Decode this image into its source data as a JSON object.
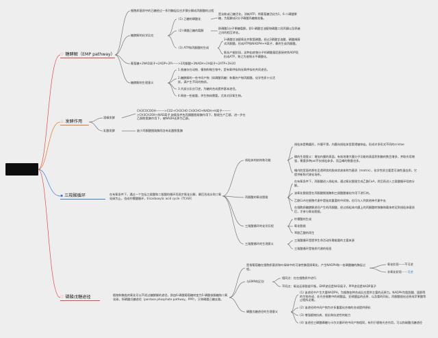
{
  "root": {
    "label": ""
  },
  "colors": {
    "glycolysis": "#e04848",
    "fermentation": "#e8732c",
    "tca": "#3c7bd6",
    "ppp": "#e04848"
  },
  "glycolysis": {
    "icon": "heart-icon",
    "title": "糖酵解（EMP pathway）",
    "def": "细胞质基质中的已糖经过一系列酶促反应步骤分解成丙酮酸的过程",
    "stages_label": "糖酵解的化学反应",
    "stages": [
      {
        "label": "(1) 己糖的磷酸化",
        "text": "是淀粉或己糖活化，消耗ATP，将葡萄糖活化为1，6-二磷酸果糖，为裂解成2分子磷酸丙糖做准备。"
      },
      {
        "label": "(2) 磷酸己糖的裂解",
        "text": "即磷酸1分子果糖裂解，即1-磷酸甘油醛和磷酸二羟丙酮以及两者之间的相互转化。"
      },
      {
        "label": "(3) ATP和丙酮酸的生成",
        "text": "3-磷酸甘油醛氧化并脱氢磷酸，经过2磷酸甘油酸、磷酸烯醇式丙酮酸，形成ATP和NADPH+H离子，最终生成丙酮酸。",
        "text2": "氧化产能阶段，这种由底物分子的磷酸基团直接转到ADP而形成ATP，称之为底物水平磷酸化。"
      }
    ],
    "equation": "葡萄糖+2NAD离子+2ADP+2Pi——>2丙酮酸+2NADH+2H离子+2ATP+2H2O",
    "meaning_label": "糖酵解的生理意义",
    "meanings": [
      "1.普遍存在动物、植物和微生物中，是有氧呼吸和无氧呼吸的共同途径。",
      "2.糖酵解的一些中间产物（如磷酸丙糖）和最终产物丙酮酸，化学性质十分活跃，满产生不同的物质。",
      "3.大部分反应可逆，为糖的合成提供基本途径。",
      "4.释放一些能量，供生物体需要，尤其对厌氧生物。"
    ]
  },
  "fermentation": {
    "icon": "fire-icon",
    "title": "发酵作用",
    "items": [
      {
        "label": "酒精发酵",
        "text": "CH3COCOOH———>CO2+CH3CHO CH3CHO+NADH+H离子———>CH3CH2OH+NAD离子 缺氧条件先丙酮酸脱羧酶作用下，脱羧生产乙醛，进一步在乙醇脱氢酶作用下，被NADH还原为乙醇。"
      },
      {
        "label": "乳酸发酵",
        "text": "缺少丙酮酸脱羧酶而含有乳酸脱氢酶"
      }
    ]
  },
  "tca": {
    "icon": "square-icon",
    "title": "三羧酸循环",
    "def": "在有氧条件下，通过一个包括三羧酸和二羧酸的循环而逐步氧化分解，最后形成水和二氧化碳为止，也成柠檬酸循环，tricarboxylic acid cycle（TCA环）",
    "nodes": [
      {
        "label": "线粒体的结构和功能",
        "points": [
          "线粒体是椭圆形，外膜平滑，内膜向线粒体里套褶皱伸出，形成许多形式不同的cristae",
          "磷的生理意义：增加内膜的表面，有效地增大膜分子功能的表面积和酶的数目增多，并取作用增强，需要多种pol不仅线粒体多，而且嵴的数量也多。",
          "嵴内腔里面的那些呈透明状的胶体状液体称为基质（matrix），化学性质主要是可溶性蛋白质，它提供新陈代谢化场所。"
        ]
      },
      {
        "label": "丙酮酸的氧化脱羧",
        "points": [
          "在有氧条件下，丙酮酸进入线粒体，通过氧化脱羧生成乙酰CoA，然后再进入三羧酸循环彻底分解。",
          "该氧化脱羧是在丙酮酸脱羧酶和三羧酸酸催化作用下进行的。",
          "乙酰CoA在细胞代谢中是极其重要的中间物，也可与入到其他神代谢中去",
          "在细胞质糖酵解途径产生的丙酮酸，经过线粒体内膜上的丙酮酸转移酶和载体转运到线粒体基质后，才参与氧化脱羧。"
        ]
      },
      {
        "label": "三羧酸循环的化学历程",
        "points": [
          "柠檬酸的生成",
          "氧化脱羧",
          "草酰乙酸的再生"
        ]
      },
      {
        "label": "三羧酸循环的生理意义",
        "points": [
          "三羧酸循环是提供生命活动所需能量的主要来源",
          "三羧酸循环是物质代谢的枢纽"
        ]
      }
    ]
  },
  "ppp": {
    "icon": "heart-icon",
    "title": "磷酸戊糖途径",
    "def": "植物和酶类的氧化可以不经过糖酵解的途径，即由6-磷酸葡萄糖转变为5-磷酸核酮糖和二氧化碳，所磷酸戊糖途径（pentose phosphate pathway，PPP），又称磷酸己糖支路。",
    "top_note": "是指葡萄糖在细胞质基质和叶绿体中的可溶性酶直接氧化，产生NADPH和一各磷酸糖的酶促过程。",
    "phases_label": "与EMP的区别",
    "phases": [
      {
        "label": "相同点：在在细胞质中进行"
      },
      {
        "label": "不同点：氧化还原脱羧平衡，EMP途径是NAD离子，PPP途径是NADP离子"
      }
    ],
    "branches": [
      {
        "label": "氧化阶段",
        "text": "——不可逆"
      },
      {
        "label": "非氧化阶段",
        "text": "——可逆"
      }
    ],
    "meaning_label": "磷酸戊糖途径的生理意义",
    "meanings": [
      "(1) 该途径中产生大量NADPH，为细胞各种合成反应提供主要的还原力。NADPH为脂肪酸、固醇等的生物合成、非光合细胞中的硝酸盐、亚硝酸盐的还原、以及氨的同化，丙酮酸羧化还原成苹果酸等过程所必需。",
      "(2) 该途径的中间产物为许多重要化合物的合成提供原料",
      "(3) 增强植物抗病、抵抗和抗逆性的能力",
      "(4) 该途径三磷酸磷糖与卡尔文循环的中间产物相同，有利于植物光合作用，可以和碳酸戊糖途径"
    ]
  }
}
